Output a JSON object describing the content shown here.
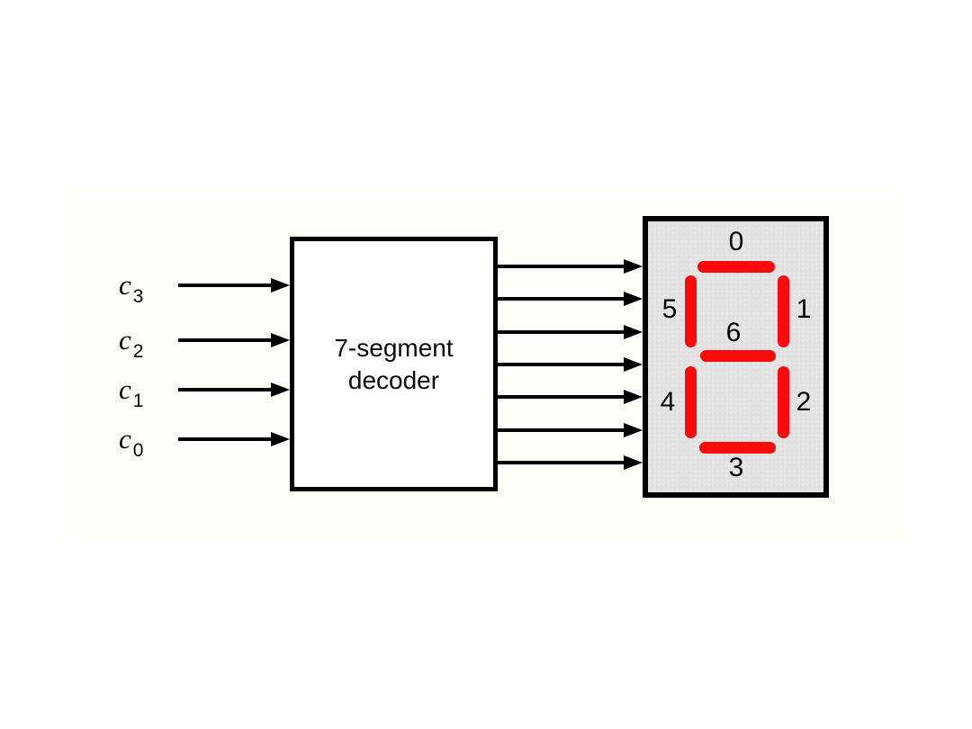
{
  "inputs": [
    {
      "base": "c",
      "subscript": "3"
    },
    {
      "base": "c",
      "subscript": "2"
    },
    {
      "base": "c",
      "subscript": "1"
    },
    {
      "base": "c",
      "subscript": "0"
    }
  ],
  "decoder": {
    "label": [
      "7-segment",
      "decoder"
    ]
  },
  "display": {
    "segment_labels": [
      "0",
      "1",
      "2",
      "3",
      "4",
      "5",
      "6"
    ]
  },
  "colors": {
    "segment_on": "#f90b0b",
    "display_bg": "#e2e2e2",
    "line": "#000000",
    "canvas_bg": "#ffffff"
  }
}
